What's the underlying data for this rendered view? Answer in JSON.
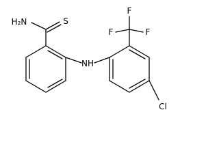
{
  "molecule": {
    "labels": {
      "nh2": "H₂N",
      "sulfur": "S",
      "nh": "NH",
      "f_left": "F",
      "f_top": "F",
      "f_right": "F",
      "cl": "Cl"
    }
  }
}
